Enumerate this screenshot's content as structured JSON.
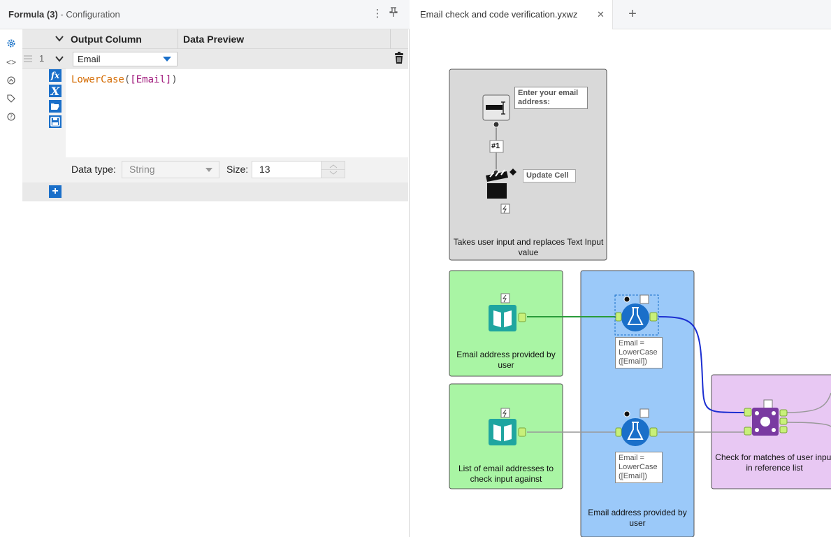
{
  "config": {
    "title": "Formula (3)",
    "subtitle": " - Configuration",
    "columns": {
      "output": "Output Column",
      "preview": "Data Preview"
    },
    "row": {
      "number": "1",
      "output_column": "Email"
    },
    "expression": {
      "func": "LowerCase",
      "open": "(",
      "field": "[Email]",
      "close": ")"
    },
    "data_type_label": "Data type:",
    "data_type_value": "String",
    "size_label": "Size:",
    "size_value": "13"
  },
  "canvas": {
    "tab_title": "Email check and code verification.yxwz",
    "boxes": {
      "user_input": "Takes user input and replaces Text Input value",
      "email_provided": "Email address provided by user",
      "email_list": "List of email addresses to check input against",
      "formula_box": "Email address provided by user",
      "join_box": "Check for matches of user input in reference list"
    },
    "annotations": {
      "text_box": "Enter your email address:",
      "update_cell": "Update Cell",
      "condition": "#1",
      "formula1": "Email = LowerCase ([Email])",
      "formula2": "Email = LowerCase ([Email])"
    }
  },
  "colors": {
    "accent": "#1a6fc9",
    "gray_container": "#d9d9d9",
    "green_container": "#a9f5a4",
    "blue_container": "#9bc9f9",
    "purple_container": "#e8c8f3",
    "function_text": "#d46a00",
    "field_text": "#a0197c"
  },
  "icons": {
    "settings": "gear-icon",
    "code": "code-icon",
    "connection": "connection-icon",
    "annotation": "tag-icon",
    "help": "help-icon",
    "delete": "trash-icon",
    "function": "fx-icon",
    "variable": "variable-icon",
    "open": "folder-open-icon",
    "save": "save-icon",
    "add": "plus-icon"
  }
}
